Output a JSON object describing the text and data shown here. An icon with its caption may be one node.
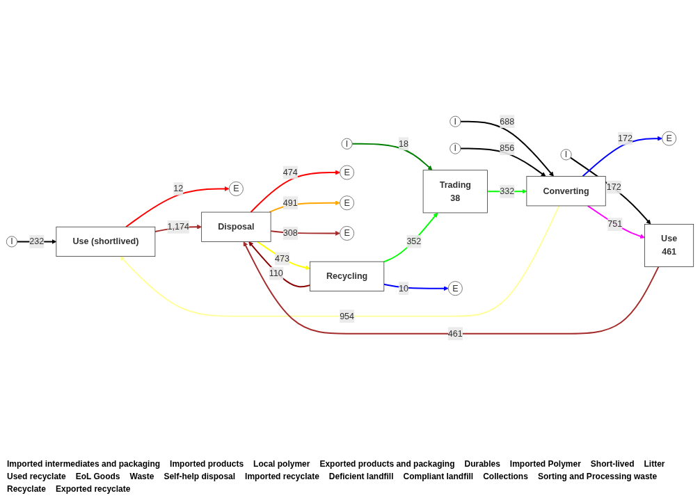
{
  "diagram": {
    "nodes": [
      {
        "text": [
          "I"
        ]
      },
      {
        "text": [
          "I"
        ]
      },
      {
        "text": [
          "I"
        ]
      },
      {
        "text": [
          "I"
        ]
      },
      {
        "text": [
          "Converting"
        ]
      },
      {
        "text": [
          "Use",
          "461"
        ]
      },
      {
        "text": [
          "Use (shortlived)"
        ]
      },
      {
        "text": [
          "E"
        ]
      },
      {
        "text": [
          "E"
        ]
      },
      {
        "text": [
          "I"
        ]
      },
      {
        "text": [
          "Trading",
          "38"
        ]
      },
      {
        "text": [
          "Disposal"
        ]
      },
      {
        "text": [
          "E"
        ]
      },
      {
        "text": [
          "E"
        ]
      },
      {
        "text": [
          "E"
        ]
      },
      {
        "text": [
          "Recycling"
        ]
      },
      {
        "text": [
          "E"
        ]
      }
    ],
    "edges": [
      {
        "from": 0,
        "to": 6,
        "arrow": "to",
        "label": "232"
      },
      {
        "from": 1,
        "to": 5,
        "arrow": "to",
        "label": "172"
      },
      {
        "from": 2,
        "to": 4,
        "arrow": "to",
        "label": "688"
      },
      {
        "from": 3,
        "to": 4,
        "arrow": "to",
        "label": "856"
      },
      {
        "from": 4,
        "to": 7,
        "arrow": "to",
        "label": "172",
        "color": "#0000ff"
      },
      {
        "from": 4,
        "to": 5,
        "arrow": "to",
        "label": "751",
        "color": "#ff00ff"
      },
      {
        "from": 4,
        "to": 6,
        "arrow": "to",
        "label": "954",
        "color": "#ffff99"
      },
      {
        "from": 6,
        "to": 8,
        "arrow": "to",
        "label": "12",
        "color": "#ff0000"
      },
      {
        "from": 10,
        "to": 4,
        "arrow": "to",
        "label": "332",
        "color": "#00ff00"
      },
      {
        "from": 9,
        "to": 10,
        "arrow": "to",
        "label": "18",
        "color": "#008000"
      },
      {
        "from": 5,
        "to": 11,
        "arrow": "to",
        "label": "461",
        "color": "#a52a2a"
      },
      {
        "from": 6,
        "to": 11,
        "arrow": "to",
        "label": "1,174",
        "color": "#a52a2a"
      },
      {
        "from": 11,
        "to": 12,
        "arrow": "to",
        "label": "474",
        "color": "#ff0000"
      },
      {
        "from": 11,
        "to": 13,
        "arrow": "to",
        "label": "491",
        "color": "#ffa500"
      },
      {
        "from": 11,
        "to": 14,
        "arrow": "to",
        "label": "308",
        "color": "#a52a2a"
      },
      {
        "from": 11,
        "to": 15,
        "arrow": "to",
        "label": "473",
        "color": "#ffff00"
      },
      {
        "from": 15,
        "to": 11,
        "arrow": "to",
        "label": "110",
        "color": "#8b0000"
      },
      {
        "from": 15,
        "to": 10,
        "arrow": "to",
        "label": "352",
        "color": "#00ff00"
      },
      {
        "from": 15,
        "to": 16,
        "arrow": "to",
        "label": "10",
        "color": "#0000ff"
      }
    ],
    "labels": [
      "Imported intermediates and packaging",
      "Imported products",
      "Local polymer",
      "Exported products and packaging",
      "Durables",
      "Imported Polymer",
      "Short-lived",
      "Litter",
      "Used recyclate",
      "EoL Goods",
      "Waste",
      "Self-help disposal",
      "Imported recyclate",
      "Deficient landfill",
      "Compliant landfill",
      "Collections",
      "Sorting and Processing waste",
      "Recyclate",
      "Exported recyclate"
    ]
  }
}
